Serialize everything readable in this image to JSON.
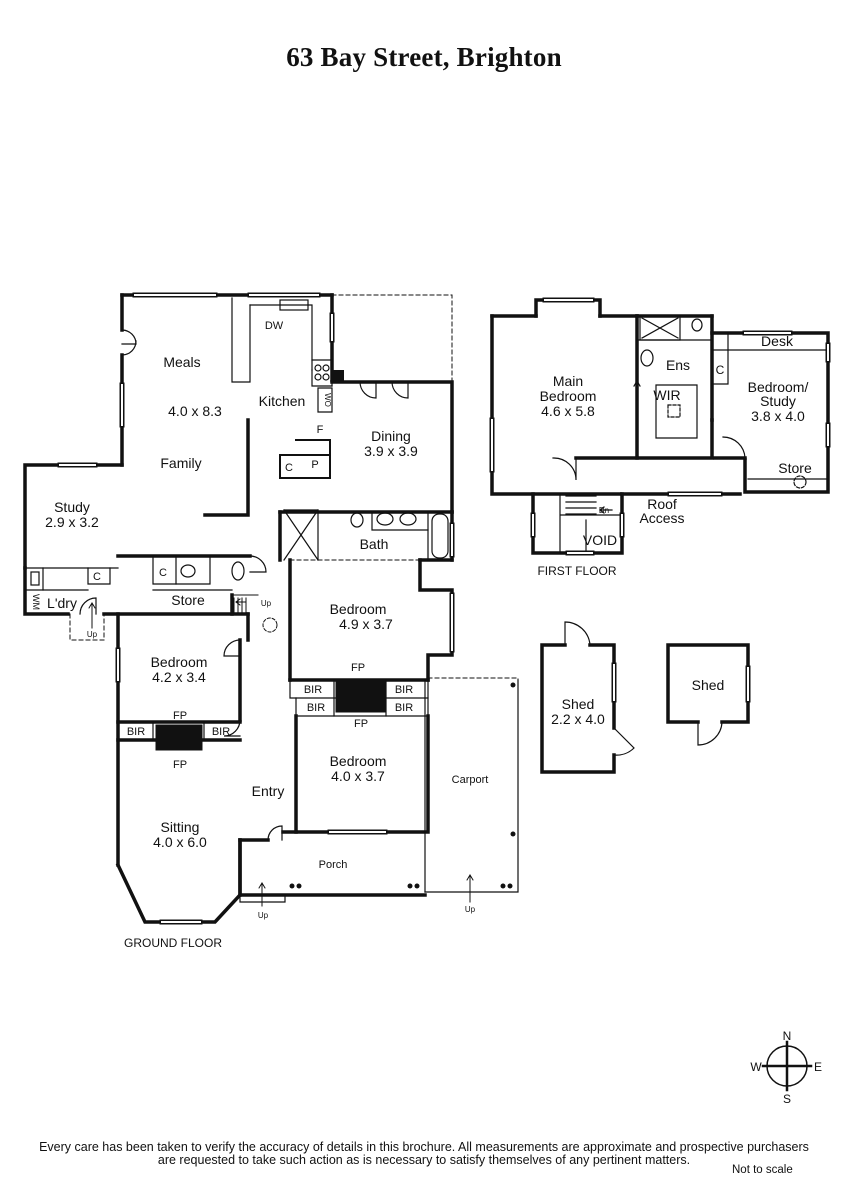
{
  "title": "63 Bay Street, Brighton",
  "ground_floor": {
    "label": "GROUND FLOOR",
    "rooms": {
      "meals": {
        "name": "Meals"
      },
      "meals_family_dims": {
        "name": "4.0 x 8.3"
      },
      "family": {
        "name": "Family"
      },
      "kitchen": {
        "name": "Kitchen"
      },
      "dining": {
        "name": "Dining",
        "dims": "3.9 x 3.9"
      },
      "study": {
        "name": "Study",
        "dims": "2.9 x 3.2"
      },
      "laundry": {
        "name": "L'dry"
      },
      "store": {
        "name": "Store"
      },
      "bath": {
        "name": "Bath"
      },
      "bedroom_a": {
        "name": "Bedroom",
        "dims": "4.9 x 3.7"
      },
      "bedroom_b": {
        "name": "Bedroom",
        "dims": "4.2 x 3.4"
      },
      "bedroom_c": {
        "name": "Bedroom",
        "dims": "4.0 x 3.7"
      },
      "sitting": {
        "name": "Sitting",
        "dims": "4.0 x 6.0"
      },
      "entry": {
        "name": "Entry"
      },
      "porch": {
        "name": "Porch"
      },
      "carport": {
        "name": "Carport"
      }
    },
    "fixtures": {
      "dw": "DW",
      "wo": "WO",
      "f": "F",
      "c": "C",
      "p": "P",
      "wm": "WM",
      "fp": "FP",
      "bir": "BIR",
      "up": "Up"
    }
  },
  "first_floor": {
    "label": "FIRST FLOOR",
    "rooms": {
      "main_bedroom": {
        "name_line1": "Main",
        "name_line2": "Bedroom",
        "dims": "4.6 x 5.8"
      },
      "ens": {
        "name": "Ens"
      },
      "wir": {
        "name": "WIR"
      },
      "desk": {
        "name": "Desk"
      },
      "bedroom_study": {
        "name_line1": "Bedroom/",
        "name_line2": "Study",
        "dims": "3.8 x 4.0"
      },
      "c": {
        "name": "C"
      },
      "store": {
        "name": "Store"
      },
      "roof_access": {
        "line1": "Roof",
        "line2": "Access"
      },
      "void": {
        "name": "VOID"
      },
      "dn": {
        "name": "Dn"
      }
    }
  },
  "outbuildings": {
    "shed_a": {
      "name": "Shed",
      "dims": "2.2 x 4.0"
    },
    "shed_b": {
      "name": "Shed"
    }
  },
  "compass": {
    "n": "N",
    "e": "E",
    "s": "S",
    "w": "W"
  },
  "disclaimer": {
    "line1": "Every care has been taken to verify the accuracy of details in this brochure.  All measurements are approximate and prospective purchasers",
    "line2": "are requested to take such action as is necessary to satisfy themselves of any pertinent matters."
  },
  "scale_note": "Not to scale"
}
